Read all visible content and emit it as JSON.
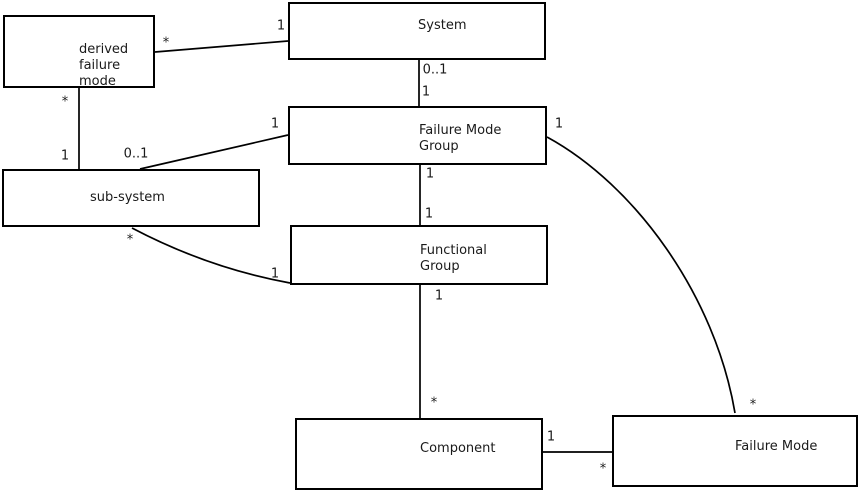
{
  "diagram": {
    "type": "uml-class-diagram",
    "entities": [
      {
        "id": "derived-failure-mode",
        "label": "derived\nfailure\nmode"
      },
      {
        "id": "system",
        "label": "System"
      },
      {
        "id": "failure-mode-group",
        "label": "Failure Mode\nGroup"
      },
      {
        "id": "sub-system",
        "label": "sub-system"
      },
      {
        "id": "functional-group",
        "label": "Functional\nGroup"
      },
      {
        "id": "component",
        "label": "Component"
      },
      {
        "id": "failure-mode",
        "label": "Failure Mode"
      }
    ],
    "associations": [
      {
        "from": "derived failure mode",
        "to": "System",
        "from_multiplicity": "*",
        "to_multiplicity": "1"
      },
      {
        "from": "derived failure mode",
        "to": "sub-system",
        "from_multiplicity": "*",
        "to_multiplicity": "1"
      },
      {
        "from": "System",
        "to": "Failure Mode Group",
        "from_multiplicity": "0..1",
        "to_multiplicity": "1"
      },
      {
        "from": "sub-system",
        "to": "Failure Mode Group",
        "from_multiplicity": "0..1",
        "to_multiplicity": "1"
      },
      {
        "from": "Failure Mode Group",
        "to": "Functional Group",
        "from_multiplicity": "1",
        "to_multiplicity": "1"
      },
      {
        "from": "Functional Group",
        "to": "Component",
        "from_multiplicity": "1",
        "to_multiplicity": "*"
      },
      {
        "from": "Component",
        "to": "Failure Mode",
        "from_multiplicity": "1",
        "to_multiplicity": "*"
      },
      {
        "from": "Failure Mode Group",
        "to": "Failure Mode",
        "from_multiplicity": "1",
        "to_multiplicity": "*"
      },
      {
        "from": "sub-system",
        "to": "Functional Group",
        "from_multiplicity": "*",
        "to_multiplicity": "1"
      }
    ],
    "colors": {
      "line": "#000000",
      "text": "#1a1a1a",
      "background": "#ffffff"
    }
  }
}
